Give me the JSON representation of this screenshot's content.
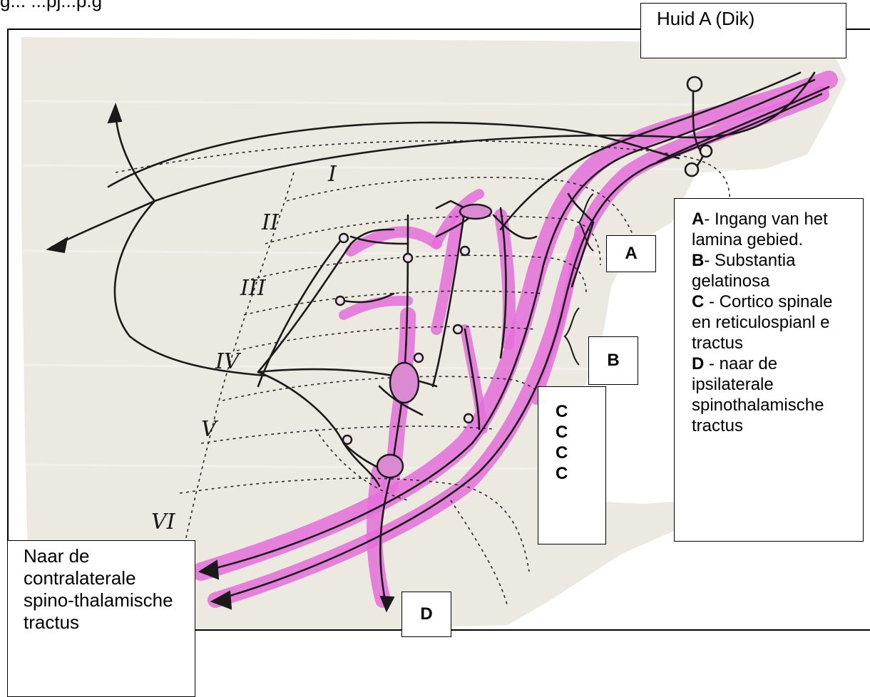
{
  "header_fragment": "g... ...pj...p.g",
  "skin_label": "Huid A (Dik)",
  "region_labels": {
    "a": "A",
    "b": "B",
    "d": "D",
    "c_list": [
      "C",
      "C",
      "C",
      "C"
    ]
  },
  "lamina_labels": [
    "I",
    "II",
    "III",
    "IV",
    "V",
    "VI"
  ],
  "legend": [
    {
      "letter": "A",
      "text": "- Ingang van het lamina gebied."
    },
    {
      "letter": "B",
      "text": "- Substantia gelatinosa"
    },
    {
      "letter": "C",
      "text": " - Cortico spinale en reticulospianl e tractus"
    },
    {
      "letter": "D",
      "text": " - naar de ipsilaterale spinothalamische tractus"
    }
  ],
  "left_caption": "Naar de contralaterale spino-thalamische tractus",
  "colors": {
    "paper": "#ece9e0",
    "highlight": "#e56fd9",
    "ink": "#1a1a1a",
    "dashed": "#2a2a2a"
  }
}
